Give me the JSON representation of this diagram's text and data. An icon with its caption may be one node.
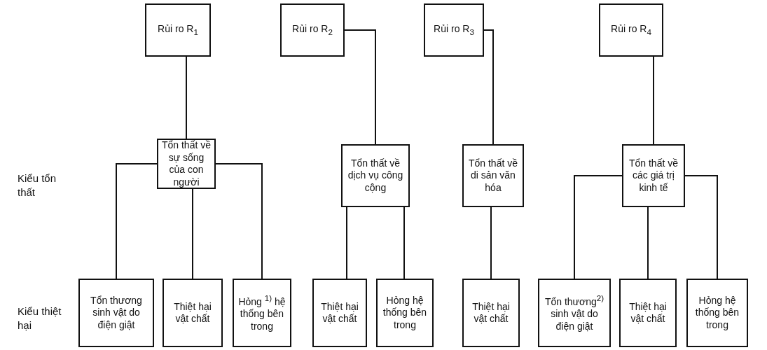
{
  "diagram": {
    "nodes": [
      {
        "text": [
          "Rủi ro R$_{1}$"
        ]
      },
      {
        "text": [
          "Rủi ro R$_{2}$"
        ]
      },
      {
        "text": [
          "Rủi ro R$_{3}$"
        ]
      },
      {
        "text": [
          "Rủi ro R$_{4}$"
        ]
      },
      {
        "text": [
          "Tổn thất về sự sống của con người"
        ]
      },
      {
        "text": [
          "Tổn thất về dịch vụ công cộng"
        ]
      },
      {
        "text": [
          "Tổn thất về di sản văn hóa"
        ]
      },
      {
        "text": [
          "Tổn thất về các giá trị kinh tế"
        ]
      },
      {
        "text": [
          "Tổn thương sinh vật do điện giật"
        ]
      },
      {
        "text": [
          "Thiệt hại vật chất"
        ]
      },
      {
        "text": [
          "Hỏng $^{1)}$ hệ thống bên trong"
        ]
      },
      {
        "text": [
          "Thiệt hại vật chất"
        ]
      },
      {
        "text": [
          "Hỏng hệ thống bên trong"
        ]
      },
      {
        "text": [
          "Thiệt hại vật chất"
        ]
      },
      {
        "text": [
          "Tổn thương$^{2)}$ sinh vật do điện giật"
        ]
      },
      {
        "text": [
          "Thiệt hại vật chất"
        ]
      },
      {
        "text": [
          "Hỏng hệ thống bên trong"
        ]
      }
    ],
    "edges": [
      {
        "from": 0,
        "to": 4,
        "arrow": "none"
      },
      {
        "from": 1,
        "to": 5,
        "arrow": "none"
      },
      {
        "from": 2,
        "to": 6,
        "arrow": "none"
      },
      {
        "from": 3,
        "to": 7,
        "arrow": "none"
      },
      {
        "from": 4,
        "to": 8,
        "arrow": "none"
      },
      {
        "from": 4,
        "to": 9,
        "arrow": "none"
      },
      {
        "from": 4,
        "to": 10,
        "arrow": "none"
      },
      {
        "from": 5,
        "to": 11,
        "arrow": "none"
      },
      {
        "from": 5,
        "to": 12,
        "arrow": "none"
      },
      {
        "from": 6,
        "to": 13,
        "arrow": "none"
      },
      {
        "from": 7,
        "to": 14,
        "arrow": "none"
      },
      {
        "from": 7,
        "to": 15,
        "arrow": "none"
      },
      {
        "from": 7,
        "to": 16,
        "arrow": "none"
      }
    ],
    "labels": [
      "Kiểu tổn thất",
      "Kiểu thiệt hại"
    ]
  }
}
